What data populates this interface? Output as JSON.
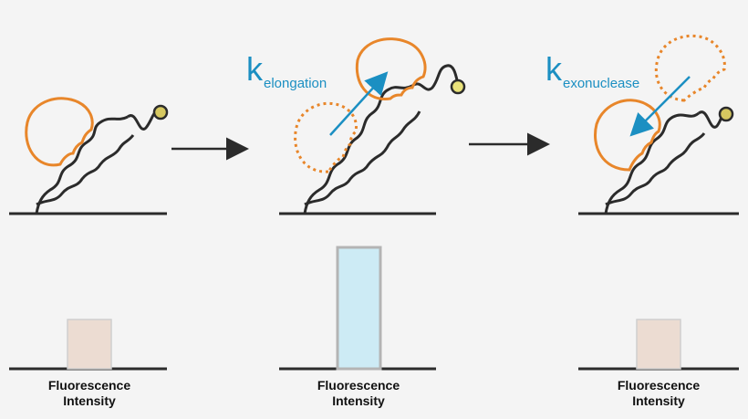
{
  "rates": {
    "elongation": {
      "symbol": "k",
      "subscript": "elongation"
    },
    "exonuclease": {
      "symbol": "k",
      "subscript": "exonuclease"
    }
  },
  "panels": [
    {
      "label_line1": "Fluorescence",
      "label_line2": "Intensity",
      "intensity_level": "low",
      "bar_color": "#ecdcd2"
    },
    {
      "label_line1": "Fluorescence",
      "label_line2": "Intensity",
      "intensity_level": "high",
      "bar_color": "#cdebf5"
    },
    {
      "label_line1": "Fluorescence",
      "label_line2": "Intensity",
      "intensity_level": "low",
      "bar_color": "#ecdcd2"
    }
  ],
  "colors": {
    "polymerase": "#e8862a",
    "dna": "#2b2b2b",
    "fluorophore": "#d6c860",
    "arrow_blue": "#1b8fc2"
  }
}
